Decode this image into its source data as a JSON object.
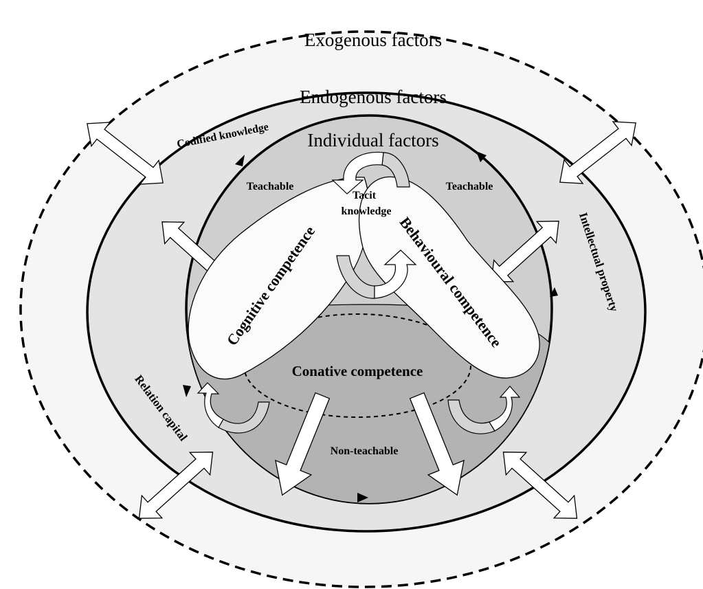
{
  "diagram": {
    "rings": {
      "exogenous": "Exogenous factors",
      "endogenous": "Endogenous factors",
      "individual": "Individual factors"
    },
    "labels": {
      "codified_knowledge": "Codified knowledge",
      "intellectual_property": "Intellectual property",
      "relation_capital": "Relation capital",
      "teachable_left": "Teachable",
      "teachable_right": "Teachable",
      "tacit_line1": "Tacit",
      "tacit_line2": "knowledge",
      "non_teachable": "Non-teachable"
    },
    "competences": {
      "cognitive": "Cognitive competence",
      "behavioural": "Behavioural competence",
      "conative": "Conative competence"
    },
    "colors": {
      "exogenous_fill": "#f6f6f6",
      "endogenous_fill": "#e4e4e4",
      "individual_fill": "#cfcfcf",
      "conative_fill": "#b3b3b3",
      "lobe_fill": "#fbfbfb",
      "outline": "#000000"
    }
  }
}
